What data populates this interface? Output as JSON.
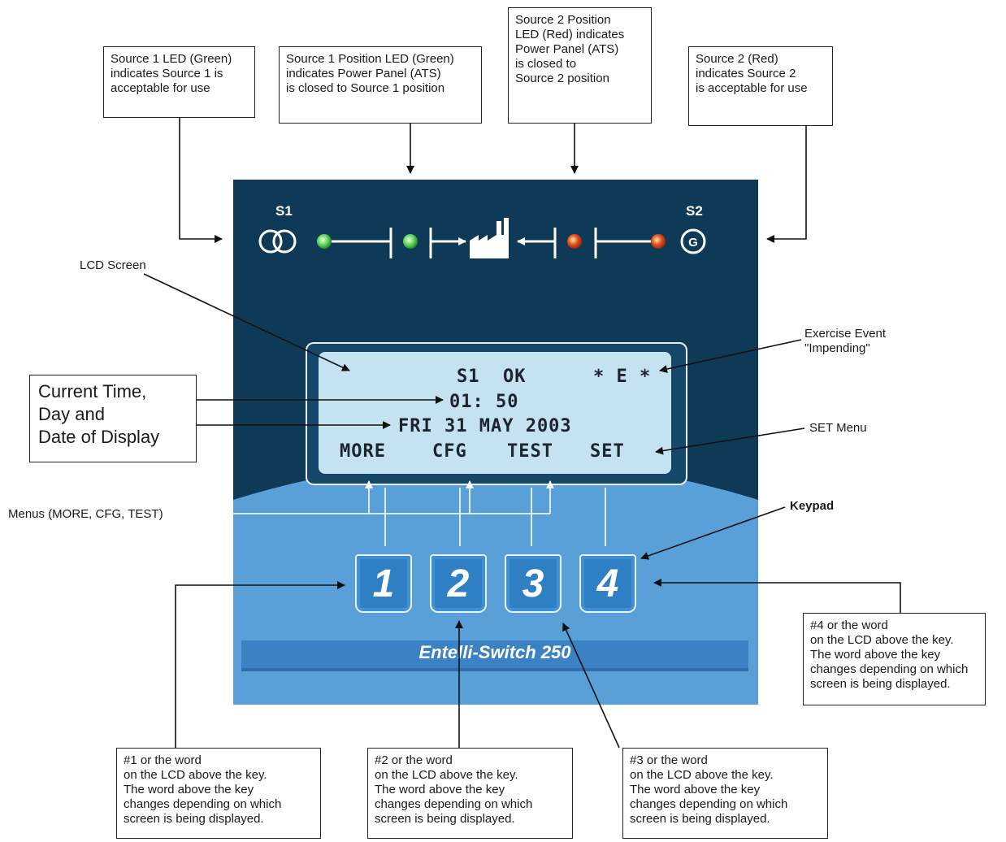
{
  "annotations": {
    "source1_led": "Source 1 LED (Green)\nindicates Source 1 is\nacceptable for use",
    "source1_position": "Source 1 Position LED (Green)\nindicates Power Panel (ATS)\nis closed to Source 1 position",
    "source2_position": "Source 2 Position\nLED (Red) indicates\nPower Panel (ATS)\nis closed to\nSource 2 position",
    "source2_led": "Source 2 (Red)\nindicates Source 2\nis acceptable for use",
    "lcd_screen": "LCD Screen",
    "exercise_event": "Exercise Event\n\"Impending\"",
    "current_time": "Current Time,\nDay and\nDate of Display",
    "set_menu": "SET Menu",
    "menus": "Menus (MORE, CFG, TEST)",
    "keypad": "Keypad",
    "key4_note": "#4 or the word\non the LCD above the key.\nThe word above the key\nchanges depending on which\nscreen is being displayed.",
    "key1_note": "#1 or the word\non the LCD above the key.\nThe word above the key\nchanges depending on which\nscreen is being displayed.",
    "key2_note": "#2 or the word\non the LCD above the key.\nThe word above the key\nchanges depending on which\nscreen is being displayed.",
    "key3_note": "#3 or the word\non the LCD above the key.\nThe word above the key\nchanges depending on which\nscreen is being displayed."
  },
  "panel": {
    "s1_label": "S1",
    "s2_label": "S2",
    "generator_symbol": "G",
    "brand": "Entelli-Switch 250",
    "colors": {
      "led_green": "#5fd35a",
      "led_red": "#e8501e",
      "panel_dark": "#0f3a57",
      "panel_light": "#5aa0d8"
    }
  },
  "lcd": {
    "line1_status": "S1  OK",
    "line1_flag": "* E *",
    "line2_time": "01: 50",
    "line3_date": "FRI 31 MAY 2003",
    "line4_menu": [
      "MORE",
      "CFG",
      "TEST",
      "SET"
    ]
  },
  "keypad": {
    "keys": [
      "1",
      "2",
      "3",
      "4"
    ]
  }
}
